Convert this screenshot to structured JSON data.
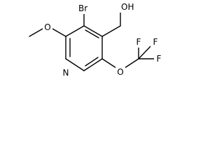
{
  "molecule": {
    "bromo": "Br",
    "hydroxyl": "OH",
    "methoxy_oxygen": "O",
    "ring_nitrogen": "N",
    "ether_oxygen": "O",
    "fluorine_top_left": "F",
    "fluorine_top_right": "F",
    "fluorine_right": "F"
  },
  "colors": {
    "bond": "#000000",
    "label": "#000000",
    "background": "#ffffff"
  }
}
